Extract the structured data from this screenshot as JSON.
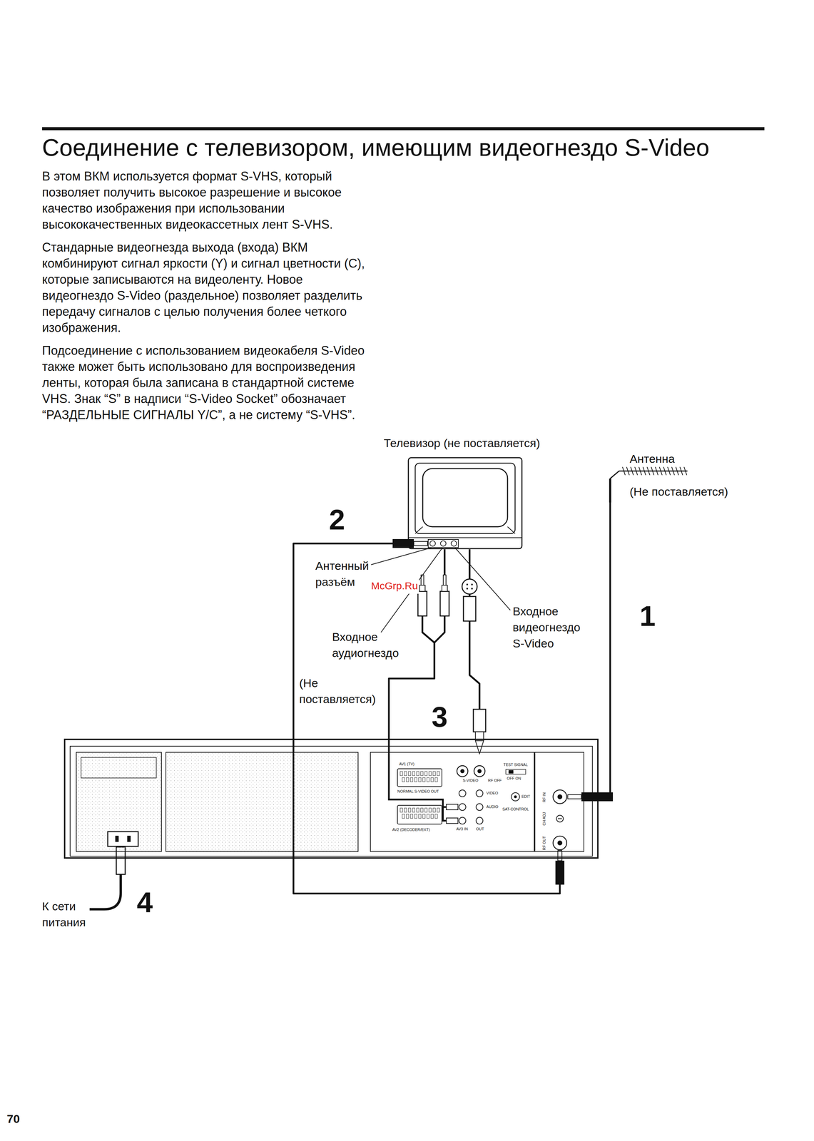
{
  "diagram": {
    "title": "Соединение с телевизором, имеющим видеогнездо S-Video",
    "nodes": [
      {
        "text": [
          "Телевизор (не поставляется)"
        ]
      },
      {
        "text": [
          "Антенна",
          "(Не поставляется)"
        ]
      },
      {
        "text": [
          "AV1 (TV)",
          "NORMAL S-VIDEO OUT",
          "AV2 (DECODER/EXT)",
          "S-VIDEO",
          "RF OFF",
          "VIDEO",
          "AUDIO",
          "AV3 IN",
          "OUT",
          "TEST SIGNAL",
          "OFF ON",
          "EDIT",
          "SAT-CONTROL",
          "RF IN",
          "CH ADJ",
          "RF OUT"
        ]
      }
    ],
    "edges": [
      {
        "from": 1,
        "to": 2,
        "arrow": "none"
      },
      {
        "from": 2,
        "to": 0,
        "arrow": "none"
      },
      {
        "from": 2,
        "to": 0,
        "arrow": "none"
      },
      {
        "from": 2,
        "to": 0,
        "arrow": "none"
      }
    ],
    "labels": [
      "В этом ВКМ используется формат S-VHS, который позволяет получить высокое разрешение и высокое качество изображения при использовании высококачественных видеокассетных лент S-VHS.",
      "Стандарные видеогнезда выхода (входа) ВКМ комбинируют сигнал яркости (Y) и сигнал цветности (C), которые записываются на видеоленту. Новое видеогнездо S-Video (раздельное) позволяет разделить передачу сигналов с целью получения более четкого изображения.",
      "Подсоединение с использованием видеокабеля S-Video также может быть использовано для воспроизведения ленты, которая была записана в стандартной системе VHS. Знак “S” в надписи “S-Video Socket” обозначает “РАЗДЕЛЬНЫЕ СИГНАЛЫ Y/C”, а не систему “S-VHS”.",
      "2",
      "Антенный разъём",
      "McGrp.Ru",
      "Входное видеогнездо S-Video",
      "Входное аудиогнездо",
      "1",
      "(Не поставляется)",
      "3",
      "К сети питания",
      "4",
      "70"
    ]
  }
}
